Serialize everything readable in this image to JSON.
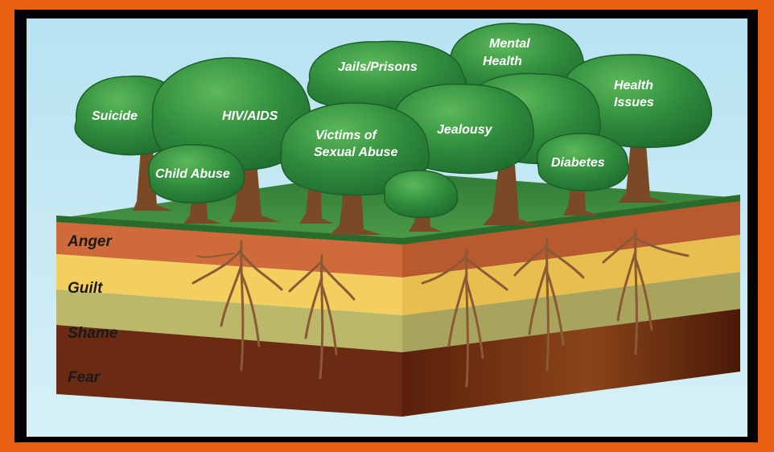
{
  "colors": {
    "outer_frame": "#e8600f",
    "inner_frame": "#000000",
    "sky": "#bfe6f2",
    "foliage": "#2f8a3c",
    "grass": "#3f8f3e",
    "trunk": "#7a4a26",
    "anger_layer": "#cc6a3a",
    "guilt_layer": "#f4cf63",
    "shame_layer": "#b9b66a",
    "fear_layer": "#6b2a12"
  },
  "trees": [
    {
      "id": "suicide",
      "label_lines": [
        "Suicide"
      ]
    },
    {
      "id": "hiv-aids",
      "label_lines": [
        "HIV/AIDS"
      ]
    },
    {
      "id": "jails-prisons",
      "label_lines": [
        "Jails/Prisons"
      ]
    },
    {
      "id": "mental-health",
      "label_lines": [
        "Mental",
        "Health"
      ]
    },
    {
      "id": "health-issues",
      "label_lines": [
        "Health",
        "Issues"
      ]
    },
    {
      "id": "jealousy",
      "label_lines": [
        "Jealousy"
      ]
    },
    {
      "id": "victims-of-sexual-abuse",
      "label_lines": [
        "Victims of",
        "Sexual Abuse"
      ]
    },
    {
      "id": "child-abuse",
      "label_lines": [
        "Child Abuse"
      ]
    },
    {
      "id": "diabetes",
      "label_lines": [
        "Diabetes"
      ]
    }
  ],
  "layers": [
    {
      "id": "anger",
      "label": "Anger"
    },
    {
      "id": "guilt",
      "label": "Guilt"
    },
    {
      "id": "shame",
      "label": "Shame"
    },
    {
      "id": "fear",
      "label": "Fear"
    }
  ]
}
